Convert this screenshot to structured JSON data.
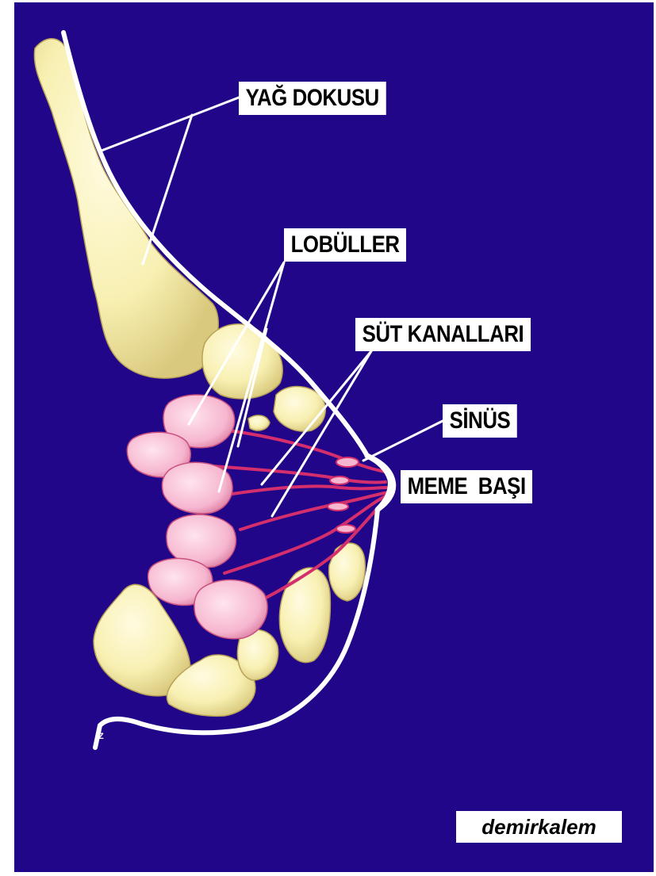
{
  "labels": {
    "fat_tissue": "YAĞ DOKUSU",
    "lobules": "LOBÜLLER",
    "milk_ducts": "SÜT KANALLARI",
    "sinus": "SİNÜS",
    "nipple": "MEME  BAŞI"
  },
  "credit": "demirkalem",
  "corner_mark": "Z",
  "colors": {
    "background": "#22068a",
    "outline": "#ffffff",
    "fat": "#f6efaa",
    "lobule": "#f8bfd4",
    "duct": "#d42f6c"
  }
}
